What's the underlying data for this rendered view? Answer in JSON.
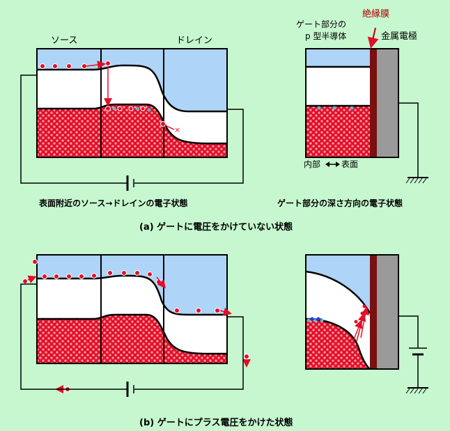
{
  "labels": {
    "source": "ソース",
    "drain": "ドレイン",
    "gate_line1": "ゲート部分の",
    "gate_line2": "p 型半導体",
    "insulator": "絶縁膜",
    "metal": "金属電極",
    "inner": "内部",
    "surface": "表面",
    "caption_left": "表面附近のソース→ドレインの電子状態",
    "caption_right": "ゲート部分の深さ方向の電子状態",
    "title_a": "(a)  ゲートに電圧をかけていない状態",
    "title_b": "(b)  ゲートにプラス電圧をかけた状態"
  },
  "colors": {
    "background": "#c6f7cf",
    "conduction_band": "#aed4f7",
    "valence_band": "#e01028",
    "electron": "#e01028",
    "insulator": "#7a1010",
    "metal": "#9a9a9a",
    "arrow": "#e01028"
  }
}
